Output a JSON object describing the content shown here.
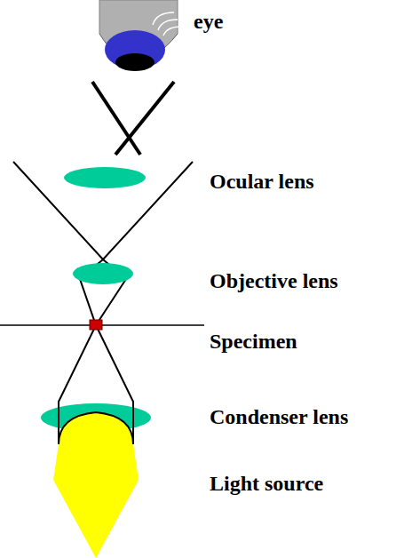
{
  "diagram": {
    "labels": [
      "eye",
      "Ocular lens",
      "Objective lens",
      "Specimen",
      "Condenser lens",
      "Light source"
    ]
  }
}
